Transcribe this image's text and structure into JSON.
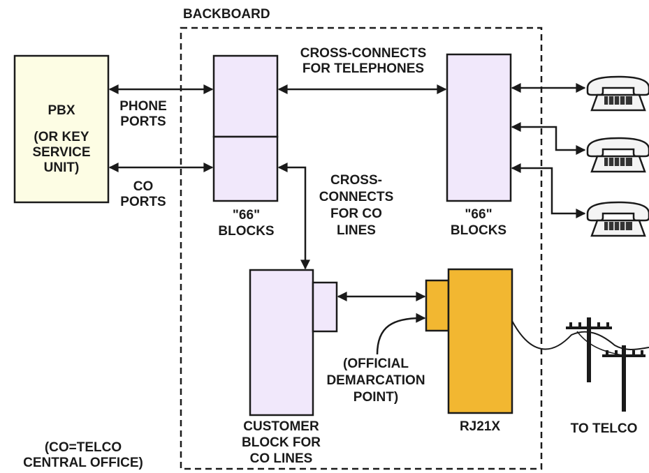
{
  "title": "BACKBOARD",
  "pbx": {
    "line1": "PBX",
    "line2": "(OR KEY",
    "line3": "SERVICE",
    "line4": "UNIT)"
  },
  "labels": {
    "phone_ports_1": "PHONE",
    "phone_ports_2": "PORTS",
    "co_ports_1": "CO",
    "co_ports_2": "PORTS",
    "xconn_tel_1": "CROSS-CONNECTS",
    "xconn_tel_2": "FOR TELEPHONES",
    "xconn_co_1": "CROSS-",
    "xconn_co_2": "CONNECTS",
    "xconn_co_3": "FOR CO",
    "xconn_co_4": "LINES",
    "blocks_left_1": "\"66\"",
    "blocks_left_2": "BLOCKS",
    "blocks_right_1": "\"66\"",
    "blocks_right_2": "BLOCKS",
    "demarc_1": "(OFFICIAL",
    "demarc_2": "DEMARCATION",
    "demarc_3": "POINT)",
    "customer_1": "CUSTOMER",
    "customer_2": "BLOCK FOR",
    "customer_3": "CO LINES",
    "rj21x": "RJ21X",
    "to_telco": "TO TELCO",
    "footnote_1": "(CO=TELCO",
    "footnote_2": "CENTRAL OFFICE)"
  },
  "colors": {
    "block_fill": "#f1e8fb",
    "rj21x_fill": "#f2b731",
    "pbx_fill": "#fdfde4",
    "ink": "#1a1a1a"
  },
  "icons": [
    "telephone-icon",
    "utility-pole-icon"
  ]
}
